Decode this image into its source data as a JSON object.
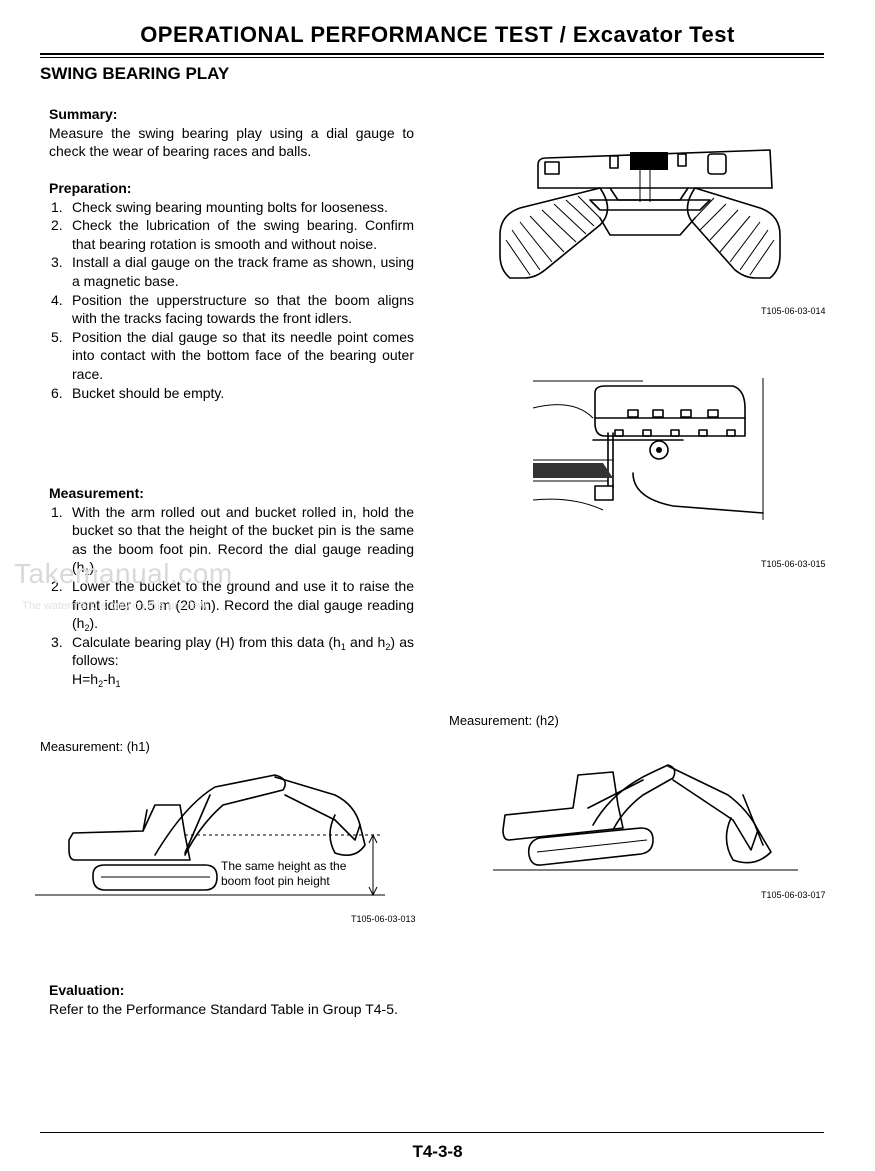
{
  "header": {
    "title": "OPERATIONAL PERFORMANCE TEST / Excavator Test"
  },
  "section": {
    "title": "SWING BEARING PLAY"
  },
  "summary": {
    "heading": "Summary:",
    "text": "Measure the swing bearing play using a dial gauge to check the wear of bearing races and balls."
  },
  "preparation": {
    "heading": "Preparation:",
    "items": [
      "Check swing bearing mounting bolts for looseness.",
      "Check the lubrication of the swing bearing. Confirm that bearing rotation is smooth and without noise.",
      "Install a dial gauge on the track frame as shown, using a magnetic base.",
      "Position the upperstructure so that the boom aligns with the tracks facing towards the front idlers.",
      "Position the dial gauge so that its needle point comes into contact with the bottom face of the bearing outer race.",
      "Bucket should be empty."
    ]
  },
  "measurement": {
    "heading": "Measurement:",
    "item1": "With the arm rolled out  and bucket rolled in, hold the bucket so that the height of the bucket pin is the same as the boom foot pin. Record the dial gauge reading (h",
    "item1_sub": "1",
    "item1_end": ").",
    "item2": "Lower the bucket to the ground and use it to raise the front idler 0.5 m (20 in). Record the dial gauge reading (h",
    "item2_sub": "2",
    "item2_end": ").",
    "item3": "Calculate bearing play (H) from this data (h",
    "item3_sub1": "1",
    "item3_mid": " and h",
    "item3_sub2": "2",
    "item3_end": ") as follows:",
    "formula_a": "H=h",
    "formula_sub_a": "2",
    "formula_b": "-h",
    "formula_sub_b": "1"
  },
  "figures": {
    "fig1_caption": "T105-06-03-014",
    "fig2_caption": "T105-06-03-015",
    "fig3_label": "Measurement: (h1)",
    "fig3_note_line1": "The same height as the",
    "fig3_note_line2": "boom foot pin height",
    "fig3_caption": "T105-06-03-013",
    "fig4_label": "Measurement: (h2)",
    "fig4_caption": "T105-06-03-017"
  },
  "evaluation": {
    "heading": "Evaluation:",
    "text": "Refer to the Performance Standard Table in Group T4-5."
  },
  "watermark": {
    "text": "Takemanual.com",
    "sub": "The watermark is only on this preview"
  },
  "footer": {
    "page_number": "T4-3-8"
  }
}
